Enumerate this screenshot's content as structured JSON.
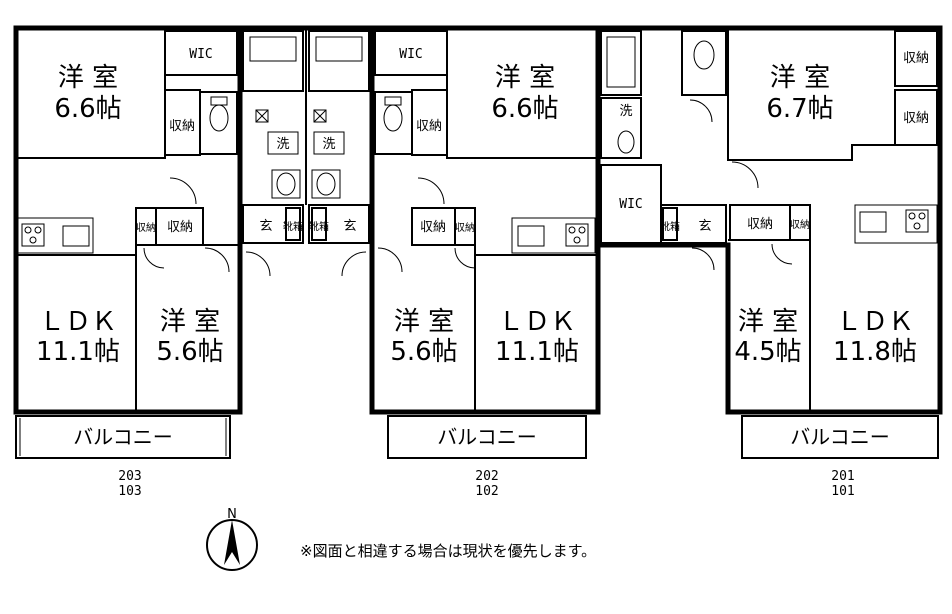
{
  "units": [
    {
      "id": "left",
      "numbers": [
        "203",
        "103"
      ],
      "rooms": {
        "bedroom_top": {
          "label": "洋 室",
          "size": "6.6帖"
        },
        "ldk": {
          "label": "ＬＤＫ",
          "size": "11.1帖"
        },
        "bedroom_bottom": {
          "label": "洋 室",
          "size": "5.6帖"
        }
      },
      "storage": [
        "WIC",
        "収納",
        "収納",
        "収納"
      ],
      "wash": "洗",
      "entrance": "玄",
      "shoe": "靴箱",
      "balcony": "バルコニー"
    },
    {
      "id": "middle",
      "numbers": [
        "202",
        "102"
      ],
      "rooms": {
        "bedroom_top": {
          "label": "洋 室",
          "size": "6.6帖"
        },
        "ldk": {
          "label": "ＬＤＫ",
          "size": "11.1帖"
        },
        "bedroom_bottom": {
          "label": "洋 室",
          "size": "5.6帖"
        }
      },
      "storage": [
        "WIC",
        "収納",
        "収納",
        "収納"
      ],
      "wash": "洗",
      "entrance": "玄",
      "shoe": "靴箱",
      "balcony": "バルコニー"
    },
    {
      "id": "right",
      "numbers": [
        "201",
        "101"
      ],
      "rooms": {
        "bedroom_top": {
          "label": "洋 室",
          "size": "6.7帖"
        },
        "ldk": {
          "label": "ＬＤＫ",
          "size": "11.8帖"
        },
        "bedroom_bottom": {
          "label": "洋 室",
          "size": "4.5帖"
        }
      },
      "storage": [
        "WIC",
        "収納",
        "収納",
        "収納",
        "収納"
      ],
      "wash": "洗",
      "entrance": "玄",
      "shoe": "靴箱",
      "balcony": "バルコニー"
    }
  ],
  "compass": {
    "label": "N",
    "icon": "north-arrow-icon"
  },
  "note": "※図面と相違する場合は現状を優先します。"
}
